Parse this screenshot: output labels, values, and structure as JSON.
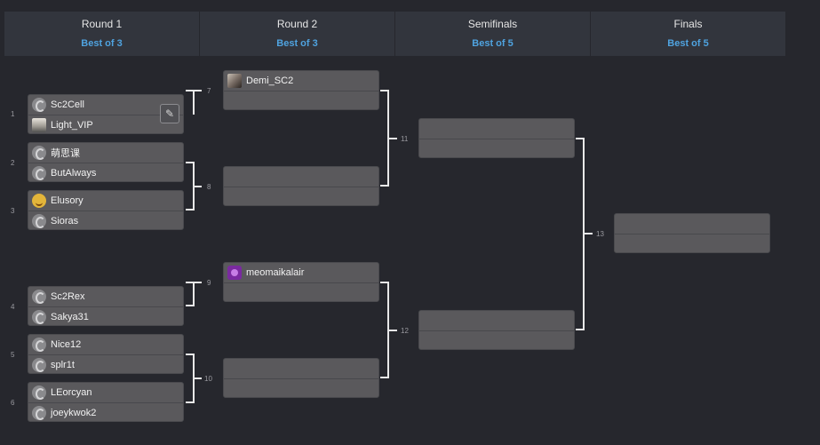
{
  "rounds": [
    {
      "name": "Round 1",
      "best_of": "Best of 3"
    },
    {
      "name": "Round 2",
      "best_of": "Best of 3"
    },
    {
      "name": "Semifinals",
      "best_of": "Best of 5"
    },
    {
      "name": "Finals",
      "best_of": "Best of 5"
    }
  ],
  "matches": {
    "m1": {
      "num": "1",
      "p1": "Sc2Cell",
      "p2": "Light_VIP"
    },
    "m2": {
      "num": "2",
      "p1": "萌思课",
      "p2": "ButAlways"
    },
    "m3": {
      "num": "3",
      "p1": "Elusory",
      "p2": "Sioras"
    },
    "m4": {
      "num": "4",
      "p1": "Sc2Rex",
      "p2": "Sakya31"
    },
    "m5": {
      "num": "5",
      "p1": "Nice12",
      "p2": "splr1t"
    },
    "m6": {
      "num": "6",
      "p1": "LEorcyan",
      "p2": "joeykwok2"
    },
    "m7": {
      "num": "7",
      "p1": "Demi_SC2",
      "p2": ""
    },
    "m8": {
      "num": "8",
      "p1": "",
      "p2": ""
    },
    "m9": {
      "num": "9",
      "p1": "meomaikalair",
      "p2": ""
    },
    "m10": {
      "num": "10",
      "p1": "",
      "p2": ""
    },
    "m11": {
      "num": "11",
      "p1": "",
      "p2": ""
    },
    "m12": {
      "num": "12",
      "p1": "",
      "p2": ""
    },
    "m13": {
      "num": "13",
      "p1": "",
      "p2": ""
    }
  },
  "icons": {
    "terran": "terran-race-icon",
    "edit": "edit-icon"
  },
  "colors": {
    "background": "#26272d",
    "header": "#32353d",
    "match_box": "#5a595c",
    "best_of_text": "#4fa3e0",
    "connector": "#e8e8e8"
  }
}
